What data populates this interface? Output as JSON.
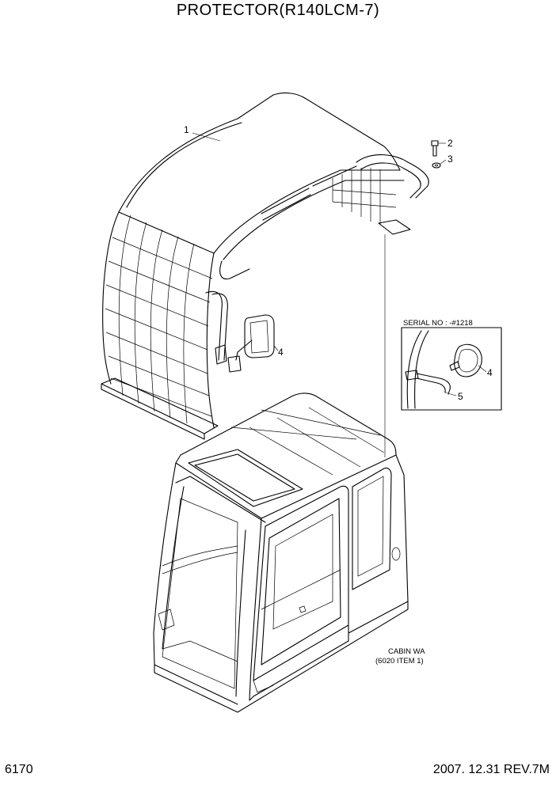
{
  "page_title": "PROTECTOR(R140LCM-7)",
  "page_number": "6170",
  "revision": "2007. 12.31  REV.7M",
  "callouts": {
    "part_1": "1",
    "part_2": "2",
    "part_3": "3",
    "part_4_main": "4",
    "part_4_detail": "4",
    "part_5": "5"
  },
  "detail_box": {
    "title": "SERIAL NO : -#1218"
  },
  "cabin_note": {
    "line1": "CABIN WA",
    "line2": "(6020 ITEM 1)"
  }
}
